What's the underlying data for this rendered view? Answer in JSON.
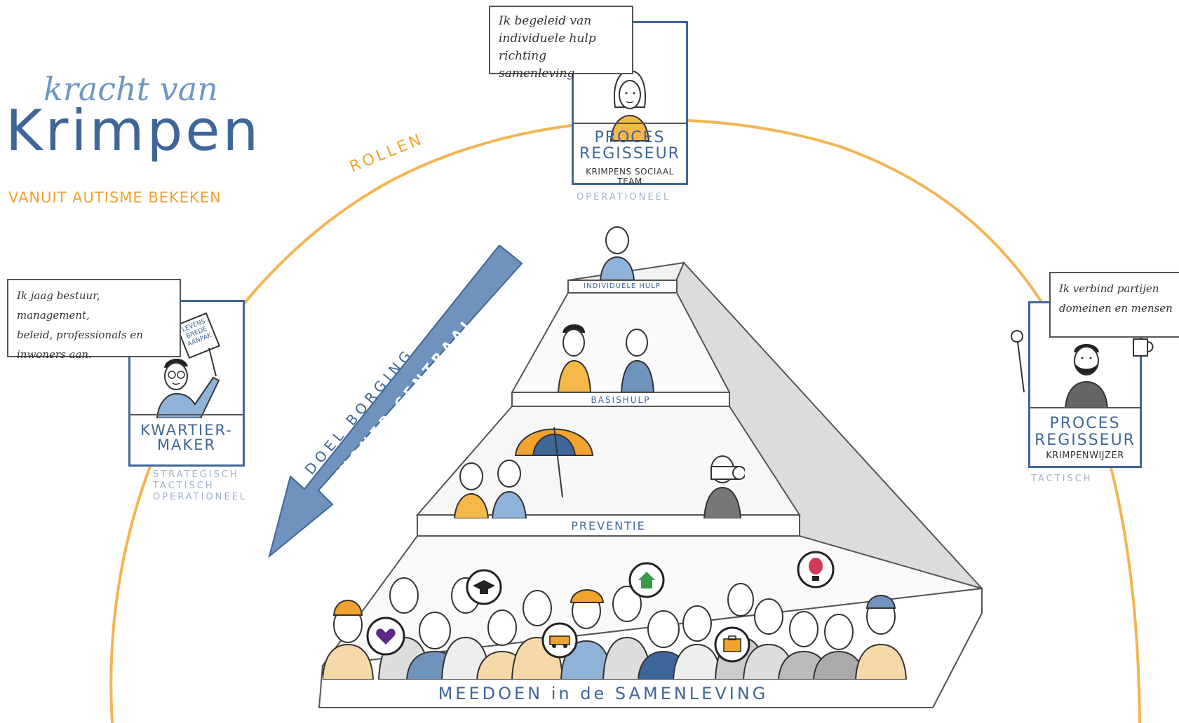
{
  "title": {
    "line1": "kracht van",
    "line2": "Krimpen",
    "subtitle": "VANUIT AUTISME BEKEKEN"
  },
  "arc_label": "ROLLEN",
  "arrow": {
    "line1": "DOEL BORGING",
    "line2": "INWONER CENTRAAL"
  },
  "roles": {
    "top": {
      "quote": [
        "Ik begeleid van",
        "individuele hulp",
        "richting samenleving"
      ],
      "role": [
        "PROCES",
        "REGISSEUR"
      ],
      "org": "KRIMPENS SOCIAAL TEAM",
      "level": "OPERATIONEEL"
    },
    "left": {
      "quote": [
        "Ik jaag bestuur, management,",
        "beleid, professionals en",
        "inwoners aan."
      ],
      "sign": [
        "LEVENS",
        "BREDE",
        "AANPAK"
      ],
      "role": [
        "KWARTIER-",
        "MAKER"
      ],
      "level": [
        "STRATEGISCH",
        "TACTISCH",
        "OPERATIONEEL"
      ]
    },
    "right": {
      "quote": [
        "Ik verbind partijen",
        "domeinen en mensen"
      ],
      "role": [
        "PROCES",
        "REGISSEUR"
      ],
      "org": "KRIMPENWIJZER",
      "level": "TACTISCH"
    }
  },
  "pyramid": {
    "top": "INDIVIDUELE HULP",
    "second": "BASISHULP",
    "third": "PREVENTIE",
    "base": "MEEDOEN in de SAMENLEVING"
  },
  "colors": {
    "blue": "#3f6699",
    "light_blue": "#6f97c3",
    "orange": "#f0a32f",
    "grey": "#d9d9d9"
  },
  "icons": [
    "heart-icon",
    "graduation-cap-icon",
    "house-icon",
    "hot-air-balloon-icon",
    "camper-van-icon",
    "suitcase-icon",
    "umbrella-icon",
    "binoculars-icon"
  ]
}
